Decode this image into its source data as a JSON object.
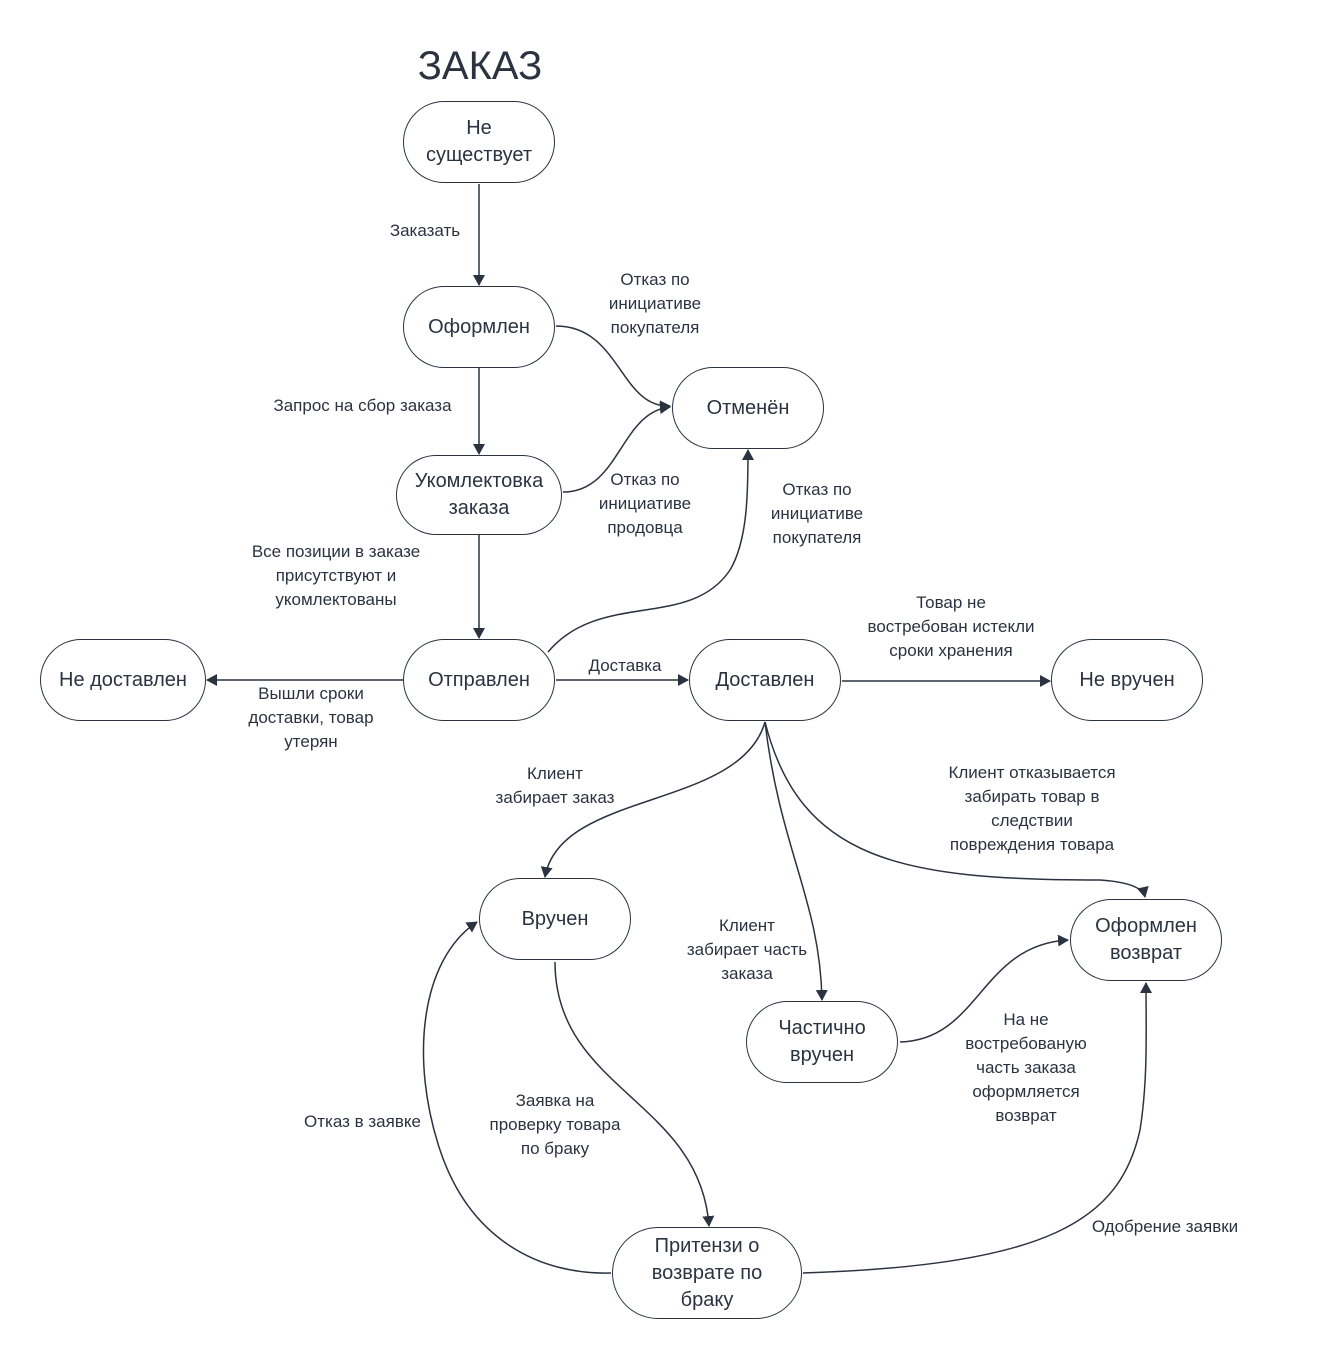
{
  "title": "ЗАКАЗ",
  "states": {
    "not_exists": "Не\nсуществует",
    "placed": "Оформлен",
    "cancelled": "Отменён",
    "assembly": "Укомлектовка\nзаказа",
    "shipped": "Отправлен",
    "not_delivered": "Не доставлен",
    "delivered": "Доставлен",
    "not_handed": "Не вручен",
    "handed": "Вручен",
    "return_placed": "Оформлен\nвозврат",
    "partially_handed": "Частично\nвручен",
    "defect_claim": "Притензи о\nвозврате по\nбраку"
  },
  "transitions": {
    "order": "Заказать",
    "buyer_cancel_1": "Отказ по\nинициативе\nпокупателя",
    "assembly_request": "Запрос на сбор заказа",
    "seller_cancel": "Отказ по\nинициативе\nпродовца",
    "buyer_cancel_2": "Отказ по\nинициативе\nпокупателя",
    "all_present": "Все позиции в заказе\nприсутствуют и\nукомлектованы",
    "lost": "Вышли сроки\nдоставки, товар\nутерян",
    "delivery": "Доставка",
    "not_claimed": "Товар не\nвостребован истекли\nсроки хранения",
    "client_takes": "Клиент\nзабирает заказ",
    "client_refuses": "Клиент отказывается\nзабирать товар в\nследствии\nповреждения товара",
    "client_takes_part": "Клиент\nзабирает часть\nзаказа",
    "unclaimed_part_return": "На не\nвостребованую\nчасть заказа\nоформляется\nвозврат",
    "claim_rejected": "Отказ в заявке",
    "defect_check_request": "Заявка на\nпроверку товара\nпо браку",
    "claim_approved": "Одобрение заявки"
  }
}
